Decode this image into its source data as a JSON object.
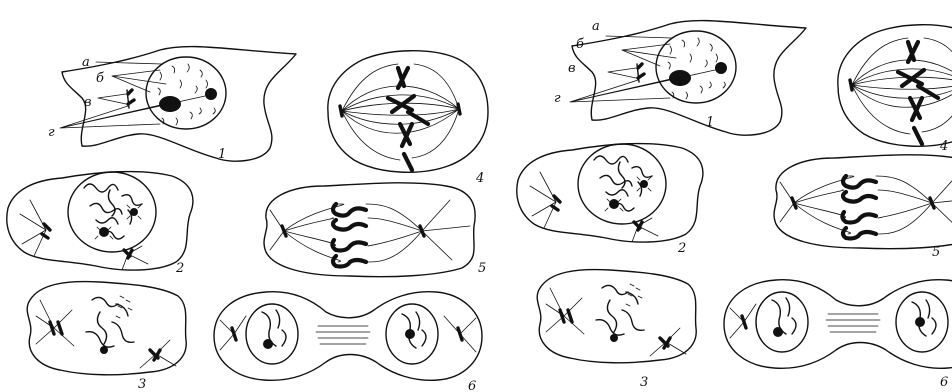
{
  "panels": [
    {
      "part_labels": [
        "а",
        "б",
        "в",
        "г"
      ],
      "stage_numbers": [
        "1",
        "2",
        "3",
        "4",
        "5",
        "6"
      ]
    },
    {
      "part_labels": [
        "а",
        "б",
        "в",
        "г"
      ],
      "stage_numbers": [
        "1",
        "2",
        "3",
        "4",
        "5",
        "6"
      ]
    }
  ]
}
